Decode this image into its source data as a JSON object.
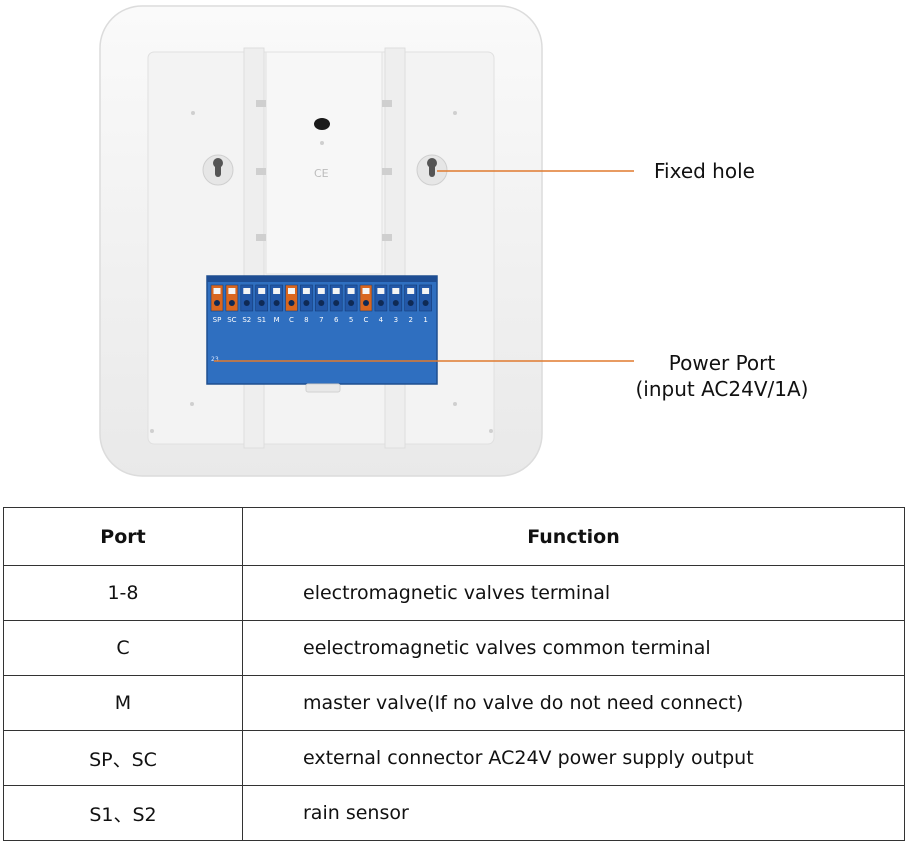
{
  "callouts": {
    "fixed_hole": "Fixed hole",
    "power_port_line1": "Power Port",
    "power_port_line2": "(input AC24V/1A)"
  },
  "device": {
    "mark": "CE",
    "terminal_labels": [
      "SP",
      "SC",
      "S2",
      "S1",
      "M",
      "C",
      "8",
      "7",
      "6",
      "5",
      "C",
      "4",
      "3",
      "2",
      "1"
    ],
    "board_text": "23"
  },
  "table": {
    "headers": [
      "Port",
      "Function"
    ],
    "rows": [
      {
        "port": "1-8",
        "function": "electromagnetic valves terminal"
      },
      {
        "port": "C",
        "function": "eelectromagnetic valves  common terminal"
      },
      {
        "port": "M",
        "function": "master valve(If no valve do not need connect)"
      },
      {
        "port": "SP、SC",
        "function": "external connector AC24V power supply output"
      },
      {
        "port": "S1、S2",
        "function": "rain sensor"
      }
    ]
  },
  "colors": {
    "callout_line": "#e07a2e",
    "board": "#2f6fc0",
    "terminal_orange": "#d9661f",
    "terminal_blue": "#2358a8",
    "housing": "#f2f2f2"
  }
}
